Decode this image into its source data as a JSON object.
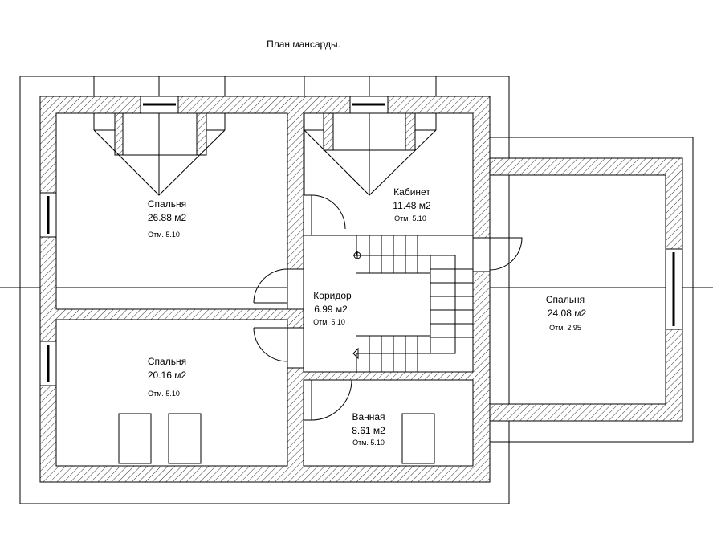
{
  "title": "План мансарды.",
  "rooms": [
    {
      "id": "bedroom-1",
      "name": "Спальня",
      "area": "26.88 м2",
      "elevation": "Отм. 5.10"
    },
    {
      "id": "study",
      "name": "Кабинет",
      "area": "11.48 м2",
      "elevation": "Отм. 5.10"
    },
    {
      "id": "corridor",
      "name": "Коридор",
      "area": "6.99 м2",
      "elevation": "Отм. 5.10"
    },
    {
      "id": "bedroom-2",
      "name": "Спальня",
      "area": "20.16 м2",
      "elevation": "Отм. 5.10"
    },
    {
      "id": "bathroom",
      "name": "Ванная",
      "area": "8.61 м2",
      "elevation": "Отм. 5.10"
    },
    {
      "id": "bedroom-3",
      "name": "Спальня",
      "area": "24.08 м2",
      "elevation": "Отм. 2.95"
    }
  ]
}
